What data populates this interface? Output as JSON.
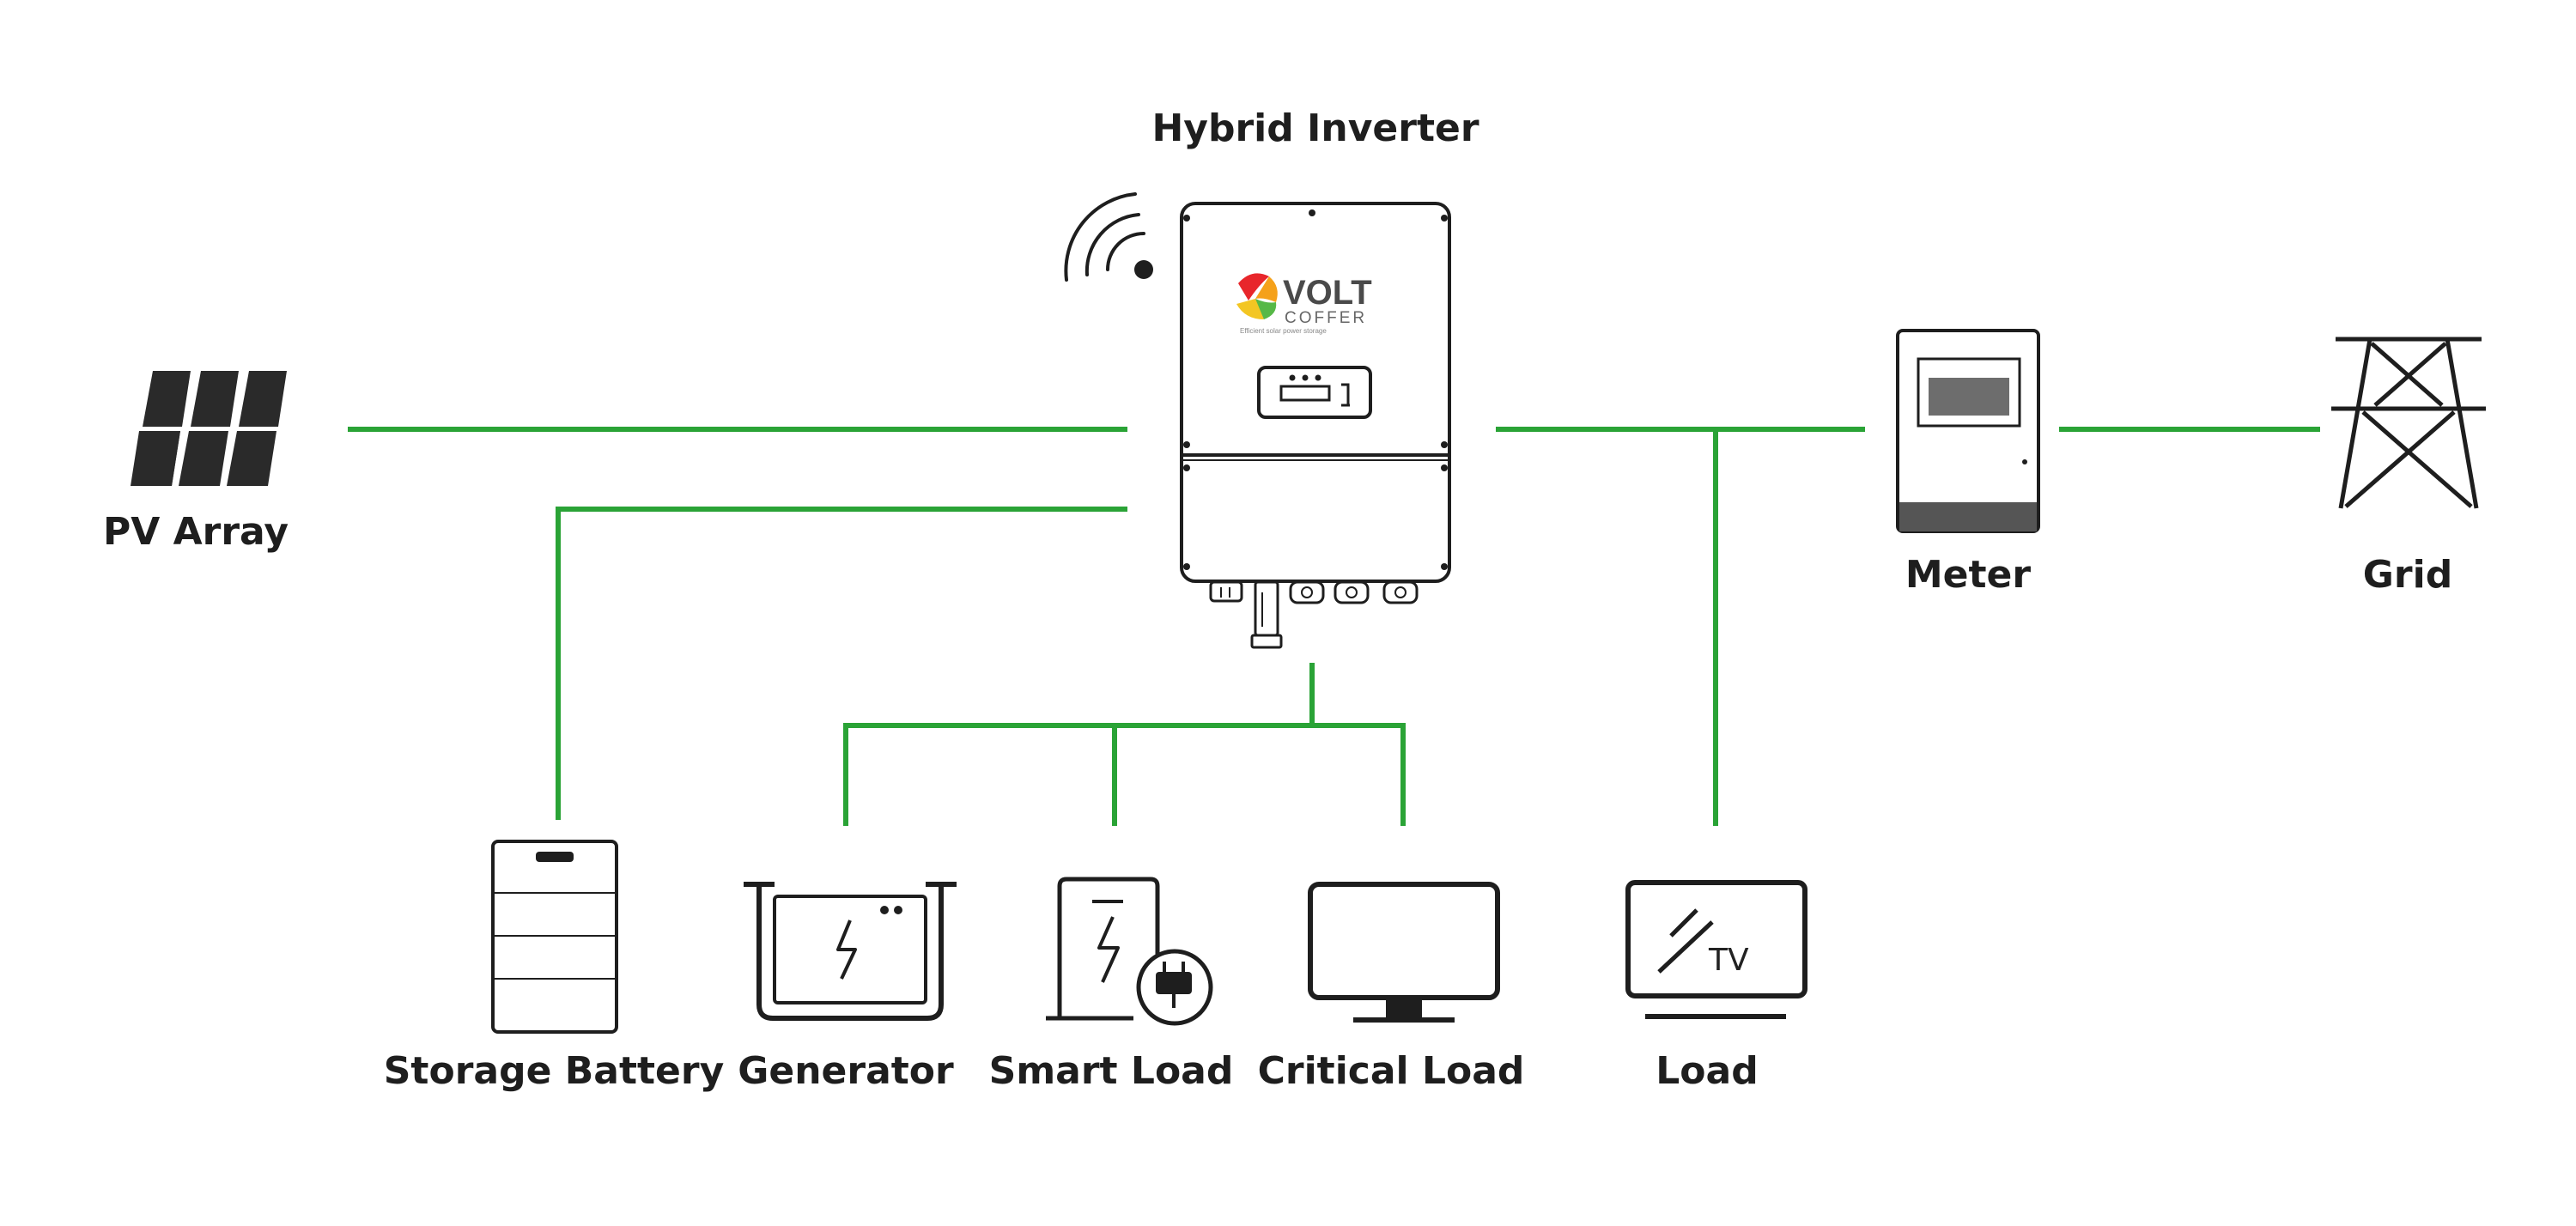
{
  "colors": {
    "wire": "#2aa336",
    "icon_stroke": "#1e1e1e",
    "label": "#1e1e1e",
    "background": "#ffffff"
  },
  "inverter": {
    "title": "Hybrid Inverter",
    "brand_name": "VOLT",
    "brand_sub": "COFFER",
    "brand_tagline": "Efficient solar power storage",
    "wifi_icon": "wifi-icon"
  },
  "components": {
    "pv_array": {
      "label": "PV Array",
      "icon": "solar-panel-icon"
    },
    "meter": {
      "label": "Meter",
      "icon": "meter-icon"
    },
    "grid": {
      "label": "Grid",
      "icon": "transmission-tower-icon"
    },
    "storage_battery": {
      "label": "Storage Battery",
      "icon": "battery-icon"
    },
    "generator": {
      "label": "Generator",
      "icon": "generator-icon"
    },
    "smart_load": {
      "label": "Smart Load",
      "icon": "smart-plug-icon"
    },
    "critical_load": {
      "label": "Critical Load",
      "icon": "monitor-icon"
    },
    "load": {
      "label": "Load",
      "icon": "tv-icon",
      "screen_text": "TV"
    }
  }
}
